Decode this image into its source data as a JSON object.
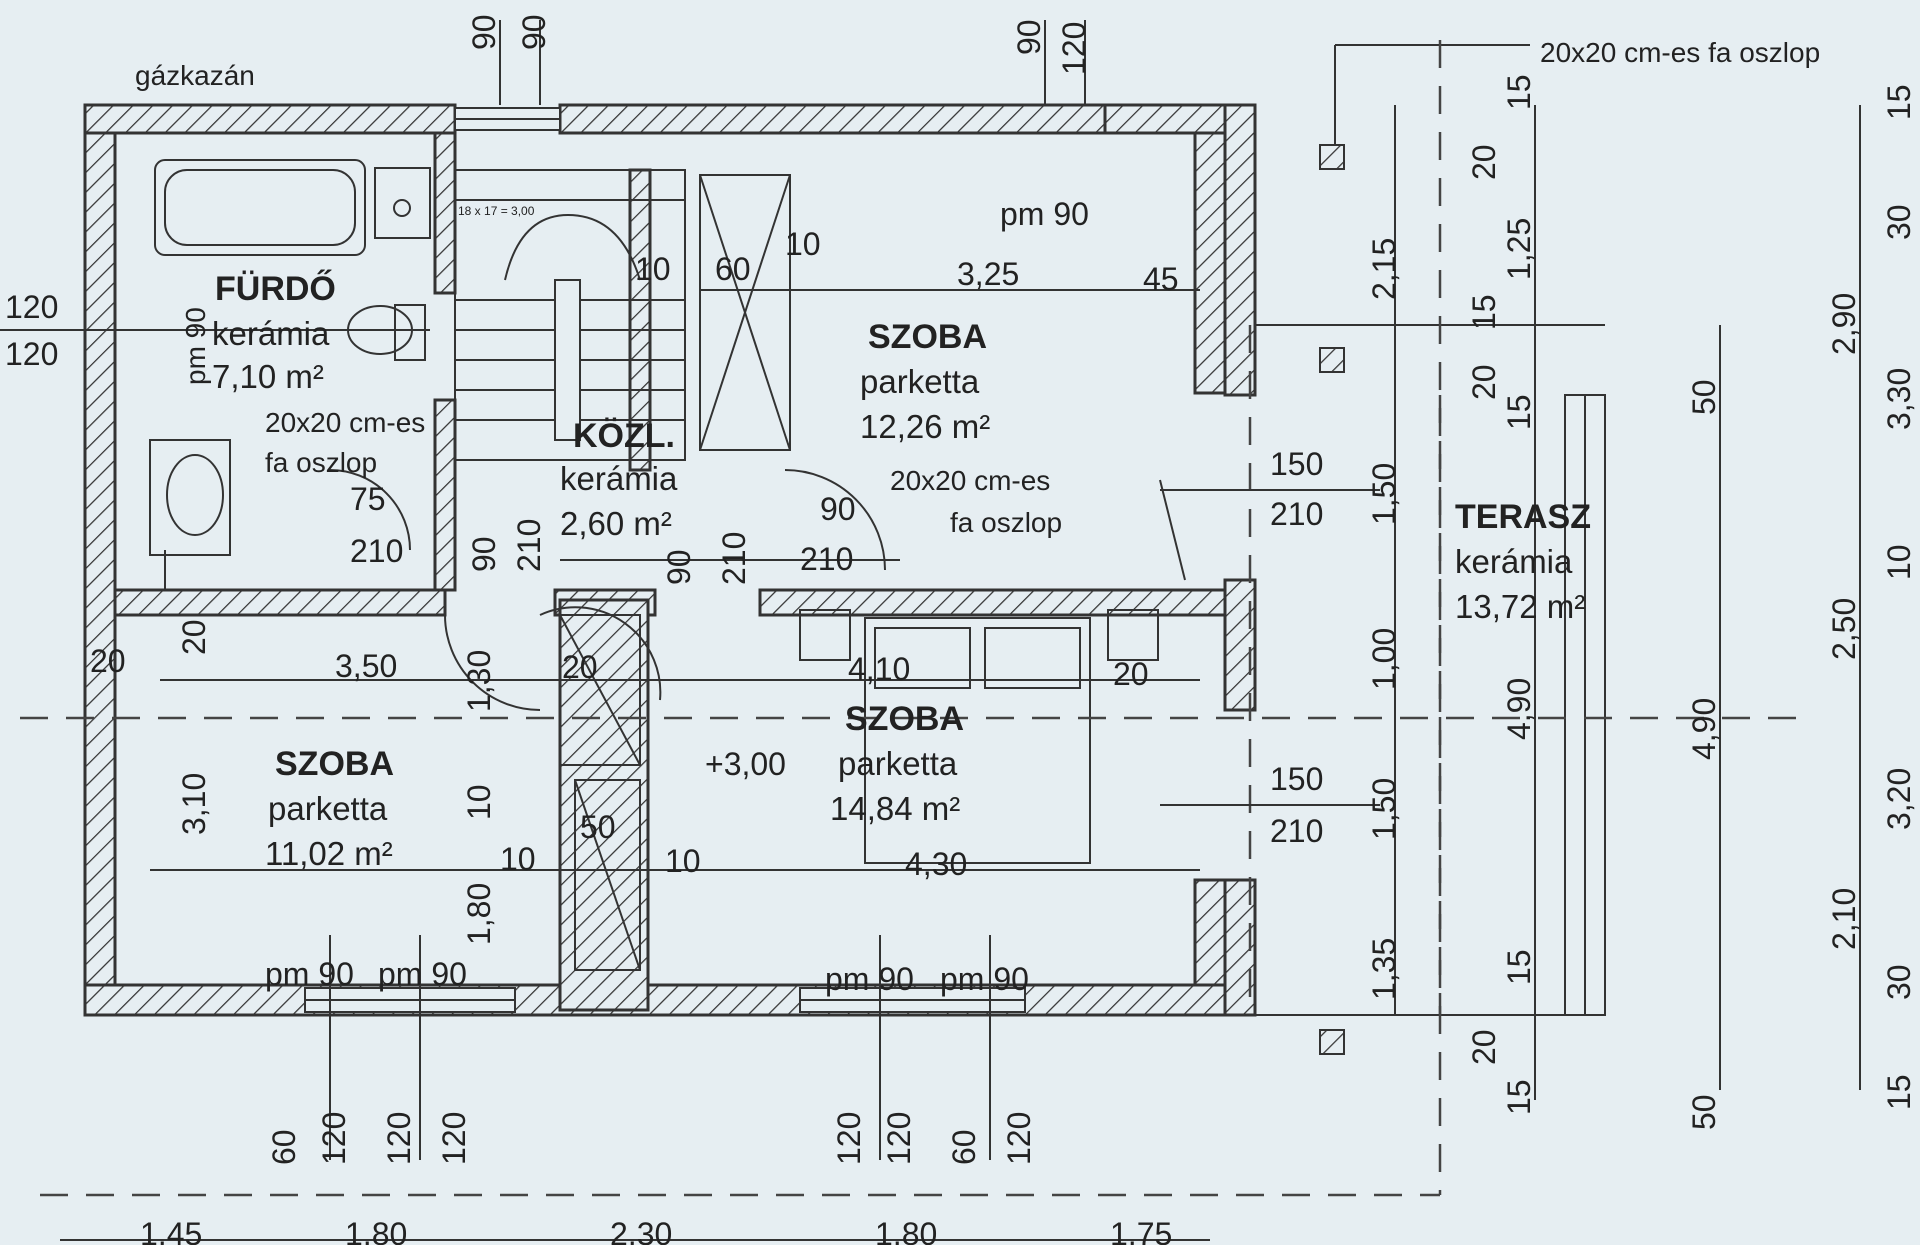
{
  "rooms": [
    {
      "name": "FÜRDŐ",
      "material": "kerámia",
      "area": "7,10 m²"
    },
    {
      "name": "KÖZL.",
      "material": "kerámia",
      "area": "2,60 m²"
    },
    {
      "name": "SZOBA",
      "material": "parketta",
      "area": "12,26 m²"
    },
    {
      "name": "SZOBA",
      "material": "parketta",
      "area": "11,02 m²"
    },
    {
      "name": "SZOBA",
      "material": "parketta",
      "area": "14,84 m²"
    },
    {
      "name": "TERASZ",
      "material": "kerámia",
      "area": "13,72 m²"
    }
  ],
  "labels": {
    "boiler": "gázkazán",
    "post_top": "20x20 cm-es fa oszlop",
    "post_left": [
      "20x20 cm-es",
      "fa oszlop"
    ],
    "post_mid": [
      "20x20 cm-es",
      "fa oszlop"
    ],
    "stair": "18 x 17 = 3,00",
    "level": "+3,00",
    "pm90": "pm 90"
  },
  "dimensions": {
    "top_openings": [
      "90",
      "90",
      "90",
      "120"
    ],
    "left_openings": [
      "120",
      "120"
    ],
    "inner": [
      "10",
      "60",
      "10",
      "3,25",
      "45",
      "75",
      "210",
      "90",
      "210",
      "90",
      "210",
      "90",
      "210",
      "150",
      "210",
      "20",
      "3,50",
      "1,30",
      "20",
      "4,10",
      "20",
      "3,10",
      "10",
      "10",
      "50",
      "10",
      "4,30",
      "1,80",
      "150",
      "210",
      "20"
    ],
    "right_chain_1": [
      "2,15",
      "1,50",
      "1,00",
      "1,50",
      "1,35"
    ],
    "right_chain_2": [
      "15",
      "20",
      "1,25",
      "15",
      "20",
      "15",
      "4,90",
      "15",
      "20",
      "15"
    ],
    "right_chain_3": [
      "50",
      "4,90",
      "50"
    ],
    "right_chain_4": [
      "2,90",
      "2,50",
      "2,10"
    ],
    "right_chain_5": [
      "15",
      "30",
      "3,30",
      "10",
      "3,20",
      "30",
      "15"
    ],
    "bottom_openings": [
      "60",
      "120",
      "120",
      "120",
      "120",
      "120",
      "60",
      "120"
    ],
    "bottom_chain": [
      "1,45",
      "1,80",
      "2,30",
      "1,80",
      "1,75"
    ]
  }
}
